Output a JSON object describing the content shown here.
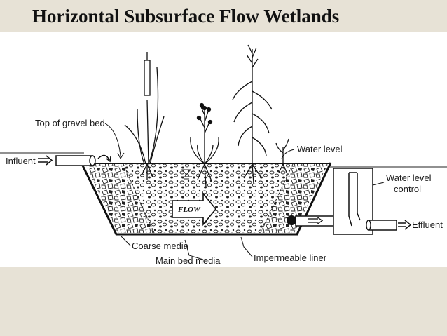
{
  "slide": {
    "title": "Horizontal Subsurface Flow Wetlands",
    "background": "#e7e2d6"
  },
  "diagram": {
    "labels": {
      "influent": "Influent",
      "top_of_gravel_bed": "Top of gravel bed",
      "water_level": "Water level",
      "water_level_control_line1": "Water level",
      "water_level_control_line2": "control",
      "effluent": "Effluent",
      "coarse_media": "Coarse media",
      "main_bed_media": "Main bed media",
      "impermeable_liner": "Impermeable liner",
      "flow": "FLOW"
    },
    "icons": [
      "double-arrow-icon",
      "flow-arrow-icon",
      "plant-icon",
      "pipe-icon"
    ]
  }
}
